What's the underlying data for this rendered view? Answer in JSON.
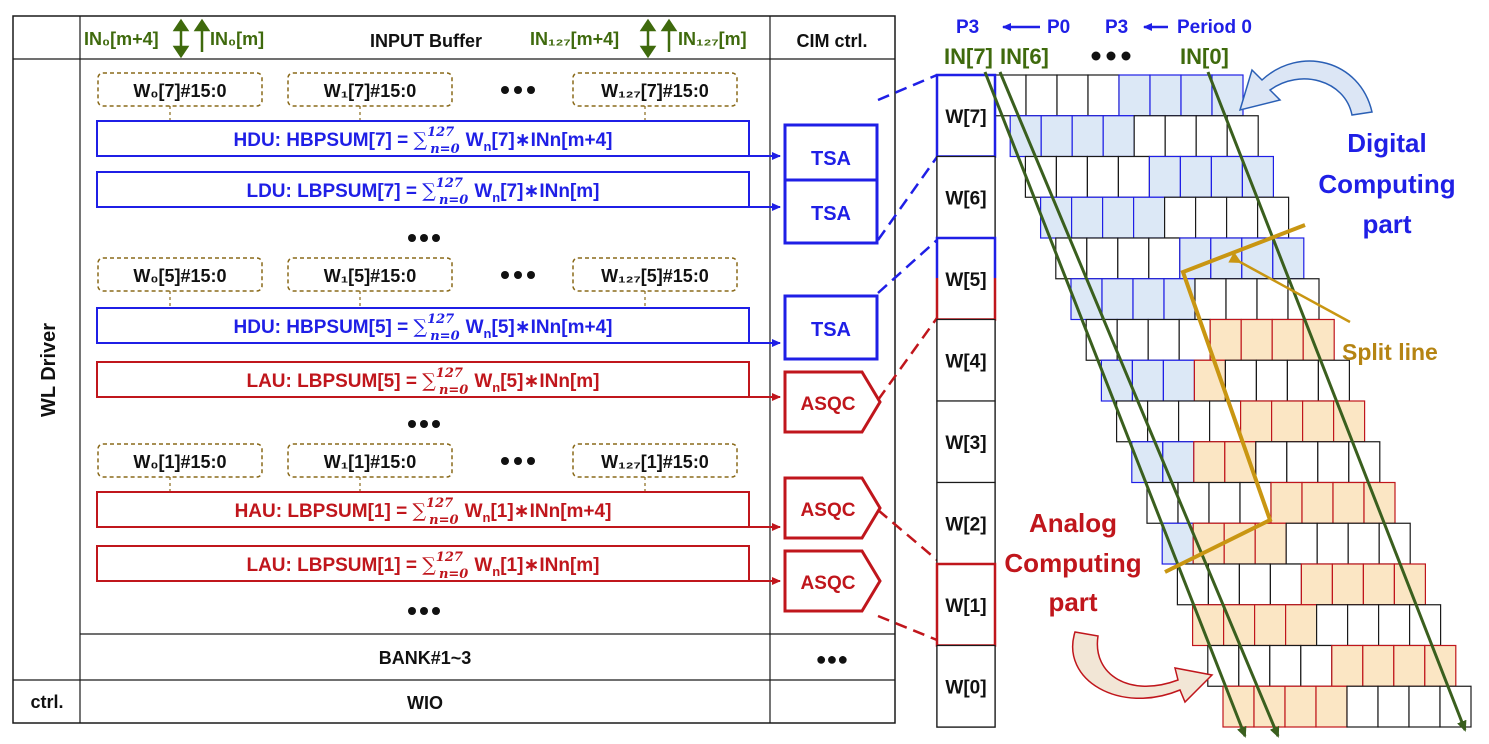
{
  "colors": {
    "blue": "#1f1fe6",
    "red": "#c0161c",
    "green_text": "#3f6a0d",
    "green_line": "#3a5f1e",
    "gold": "#c99612",
    "gold_text": "#b58412",
    "cell_blue": "#dce8f6",
    "cell_red": "#fbe6c4",
    "black": "#1a1a1a"
  },
  "top": {
    "in0_m4": "IN₀[m+4]",
    "in0_m": "IN₀[m]",
    "input_buffer": "INPUT Buffer",
    "in127_m4": "IN₁₂₇[m+4]",
    "in127_m": "IN₁₂₇[m]",
    "cim_ctrl": "CIM ctrl."
  },
  "left": {
    "wl_driver": "WL Driver",
    "ctrl": "ctrl."
  },
  "bottom": {
    "bank": "BANK#1~3",
    "wio": "WIO",
    "dots": "●●●"
  },
  "weight_rows": [
    {
      "labels": [
        "W₀[7]#15:0",
        "W₁[7]#15:0",
        "W₁₂₇[7]#15:0"
      ]
    },
    {
      "labels": [
        "W₀[5]#15:0",
        "W₁[5]#15:0",
        "W₁₂₇[5]#15:0"
      ]
    },
    {
      "labels": [
        "W₀[1]#15:0",
        "W₁[1]#15:0",
        "W₁₂₇[1]#15:0"
      ]
    }
  ],
  "units": [
    {
      "text": "HDU: HBPSUM[7] = ∑ W [7]∗INn[m+4]",
      "prefix": "HDU: HBPSUM[7] = ",
      "idx": "[7]∗INn[m+4]",
      "kind": "digital"
    },
    {
      "text": "LDU: LBPSUM[7] = ∑ W [7]∗INn[m]",
      "prefix": "LDU: LBPSUM[7] = ",
      "idx": "[7]∗INn[m]",
      "kind": "digital"
    },
    {
      "text": "HDU: HBPSUM[5] = ∑ W [5]∗INn[m+4]",
      "prefix": "HDU: HBPSUM[5] = ",
      "idx": "[5]∗INn[m+4]",
      "kind": "digital"
    },
    {
      "text": "LAU: LBPSUM[5] = ∑ W [5]∗INn[m]",
      "prefix": "LAU: LBPSUM[5] = ",
      "idx": "[5]∗INn[m]",
      "kind": "analog"
    },
    {
      "text": "HAU: LBPSUM[1] = ∑ W [1]∗INn[m+4]",
      "prefix": "HAU: LBPSUM[1] = ",
      "idx": "[1]∗INn[m+4]",
      "kind": "analog"
    },
    {
      "text": "LAU: LBPSUM[1] = ∑ W [1]∗INn[m]",
      "prefix": "LAU: LBPSUM[1] = ",
      "idx": "[1]∗INn[m]",
      "kind": "analog"
    }
  ],
  "sum_limits": {
    "upper": "127",
    "lower": "n=0",
    "sub": "n"
  },
  "ctrl_blocks": [
    "TSA",
    "TSA",
    "TSA",
    "ASQC",
    "ASQC",
    "ASQC"
  ],
  "right": {
    "periods": [
      "P3",
      "P0",
      "P3",
      "Period 0"
    ],
    "inputs": [
      "IN[7]",
      "IN[6]",
      "IN[0]"
    ],
    "weights": [
      "W[7]",
      "W[6]",
      "W[5]",
      "W[4]",
      "W[3]",
      "W[2]",
      "W[1]",
      "W[0]"
    ],
    "digital_label": [
      "Digital",
      "Computing",
      "part"
    ],
    "analog_label": [
      "Analog",
      "Computing",
      "part"
    ],
    "split_label": "Split line"
  }
}
